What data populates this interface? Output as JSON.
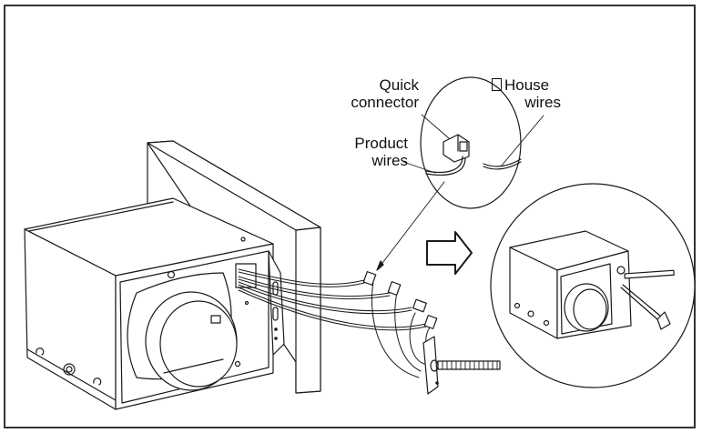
{
  "figure": {
    "type": "installation-diagram",
    "callouts": {
      "quick_connector": {
        "line1": "Quick",
        "line2": "connector"
      },
      "house_wires": {
        "marker": "checkbox-square",
        "line1": "House",
        "line2": "wires"
      },
      "product_wires": {
        "line1": "Product",
        "line2": "wires"
      }
    },
    "parts": [
      "fan-housing",
      "wall-panel",
      "damper-collar",
      "wire-harness",
      "quick-connectors",
      "junction-plate",
      "flex-conduit",
      "detail-inset-circle",
      "result-inset-circle",
      "direction-arrow",
      "screwdriver"
    ],
    "colors": {
      "line": "#1a1a1a",
      "frame": "#333333",
      "background": "#ffffff"
    }
  }
}
